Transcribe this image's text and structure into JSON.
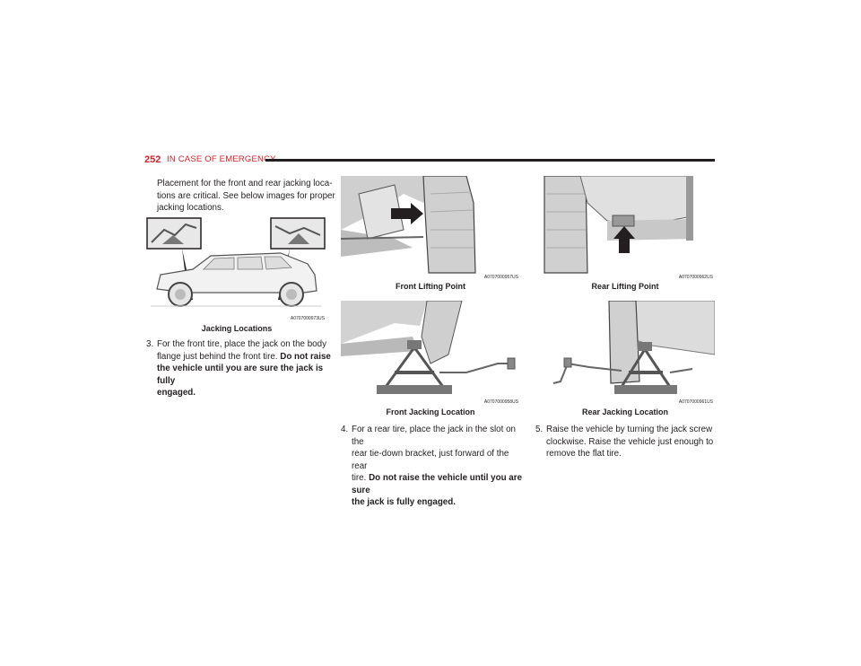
{
  "header": {
    "page_number": "252",
    "section": "IN CASE OF EMERGENCY"
  },
  "intro": {
    "line1": "Placement for the front and rear jacking loca-",
    "line2": "tions are critical. See below images for proper",
    "line3": "jacking locations."
  },
  "figures": {
    "jacking_locations": {
      "caption": "Jacking Locations",
      "code": "A0707000973US"
    },
    "front_lifting": {
      "caption": "Front Lifting Point",
      "code": "A0707000957US"
    },
    "rear_lifting": {
      "caption": "Rear Lifting Point",
      "code": "A0707000962US"
    },
    "front_jacking": {
      "caption": "Front Jacking Location",
      "code": "A0707000958US"
    },
    "rear_jacking": {
      "caption": "Rear Jacking Location",
      "code": "A0707000961US"
    }
  },
  "steps": {
    "step3": {
      "number": "3.",
      "line1": "For the front tire, place the jack on the body",
      "line2a": "flange just behind the front tire.",
      "line2b": "Do not raise",
      "line3": "the vehicle until you are sure the jack is fully",
      "line4": "engaged."
    },
    "step4": {
      "number": "4.",
      "line1": "For a rear tire, place the jack in the slot on the",
      "line2": "rear tie-down bracket, just forward of the rear",
      "line3a": "tire.",
      "line3b": "Do not raise the vehicle until you are sure",
      "line4": "the jack is fully engaged."
    },
    "step5": {
      "number": "5.",
      "line1": "Raise the vehicle by turning the jack screw",
      "line2": "clockwise. Raise the vehicle just enough to",
      "line3": "remove the flat tire."
    }
  }
}
